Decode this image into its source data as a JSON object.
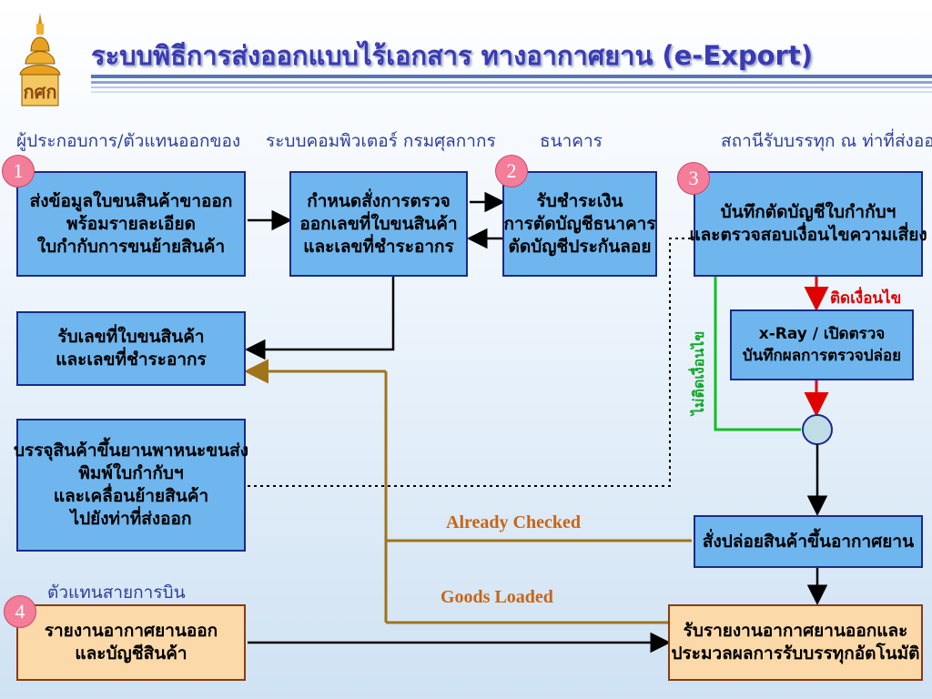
{
  "title": "ระบบพิธีการส่งออกแบบไร้เอกสาร ทางอากาศยาน (e-Export)",
  "logo": {
    "icon": "customs-emblem-icon",
    "text": "กศก"
  },
  "columns": {
    "exporter": "ผู้ประกอบการ/ตัวแทนออกของ",
    "customs_system": "ระบบคอมพิวเตอร์ กรมศุลกากร",
    "bank": "ธนาคาร",
    "warehouse": "สถานีรับบรรทุก ณ ท่าที่ส่งออก",
    "airline": "ตัวแทนสายการบิน"
  },
  "badges": [
    "1",
    "2",
    "3",
    "4"
  ],
  "boxes": {
    "send_data": [
      "ส่งข้อมูลใบขนสินค้าขาออก",
      "พร้อมรายละเอียด",
      "ใบกำกับการขนย้ายสินค้า"
    ],
    "assign": [
      "กำหนดสั่งการตรวจ",
      "ออกเลขที่ใบขนสินค้า",
      "และเลขที่ชำระอากร"
    ],
    "payment": [
      "รับชำระเงิน",
      "การตัดบัญชีธนาคาร",
      "ตัดบัญชีประกันลอย"
    ],
    "record": [
      "บันทึกตัดบัญชีใบกำกับฯ",
      "และตรวจสอบเงื่อนไขความเสี่ยง"
    ],
    "receive_no": [
      "รับเลขที่ใบขนสินค้า",
      "และเลขที่ชำระอากร"
    ],
    "pack": [
      "บรรจุสินค้าขึ้นยานพาหนะขนส่ง",
      "พิมพ์ใบกำกับฯ",
      "และเคลื่อนย้ายสินค้า",
      "ไปยังท่าที่ส่งออก"
    ],
    "xray": [
      "x-Ray / เปิดตรวจ",
      "บันทึกผลการตรวจปล่อย"
    ],
    "release": [
      "สั่งปล่อยสินค้าขึ้นอากาศยาน"
    ],
    "report_left": [
      "รายงานอากาศยานออก",
      "และบัญชีสินค้า"
    ],
    "report_right": [
      "รับรายงานอากาศยานออกและ",
      "ประมวลผลการรับบรรทุกอัตโนมัติ"
    ]
  },
  "labels": {
    "risk": "ติดเงื่อนไข",
    "no_risk": "ไม่ติดเงื่อนไข",
    "already_checked": "Already Checked",
    "goods_loaded": "Goods Loaded"
  }
}
